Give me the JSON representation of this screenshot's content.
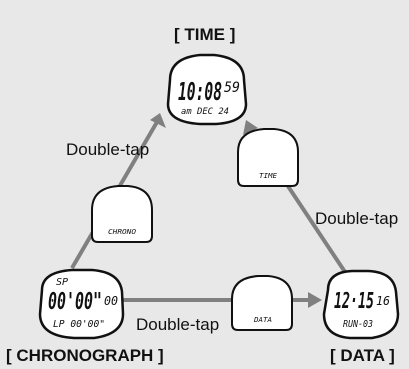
{
  "modes": {
    "time": {
      "title": "[ TIME ]",
      "display": {
        "main": "10:08",
        "seconds": "59",
        "sub": "am DEC 24"
      }
    },
    "chronograph": {
      "title": "[ CHRONOGRAPH ]",
      "display": {
        "top": "SP",
        "main": "00'00\"",
        "hundredths": "00",
        "sub": "LP 00'00\""
      }
    },
    "data": {
      "title": "[ DATA ]",
      "display": {
        "main": "12·15",
        "seconds": "16",
        "sub": "RUN-03"
      }
    }
  },
  "buttons": {
    "chrono": "CHRONO",
    "time": "TIME",
    "data": "DATA"
  },
  "transitions": {
    "chrono_to_time": "Double-tap",
    "data_to_time": "Double-tap",
    "chrono_to_data": "Double-tap"
  },
  "colors": {
    "background": "#e8e8e8",
    "arrow": "#808080",
    "watch_fill": "#ffffff",
    "watch_stroke": "#111111"
  }
}
